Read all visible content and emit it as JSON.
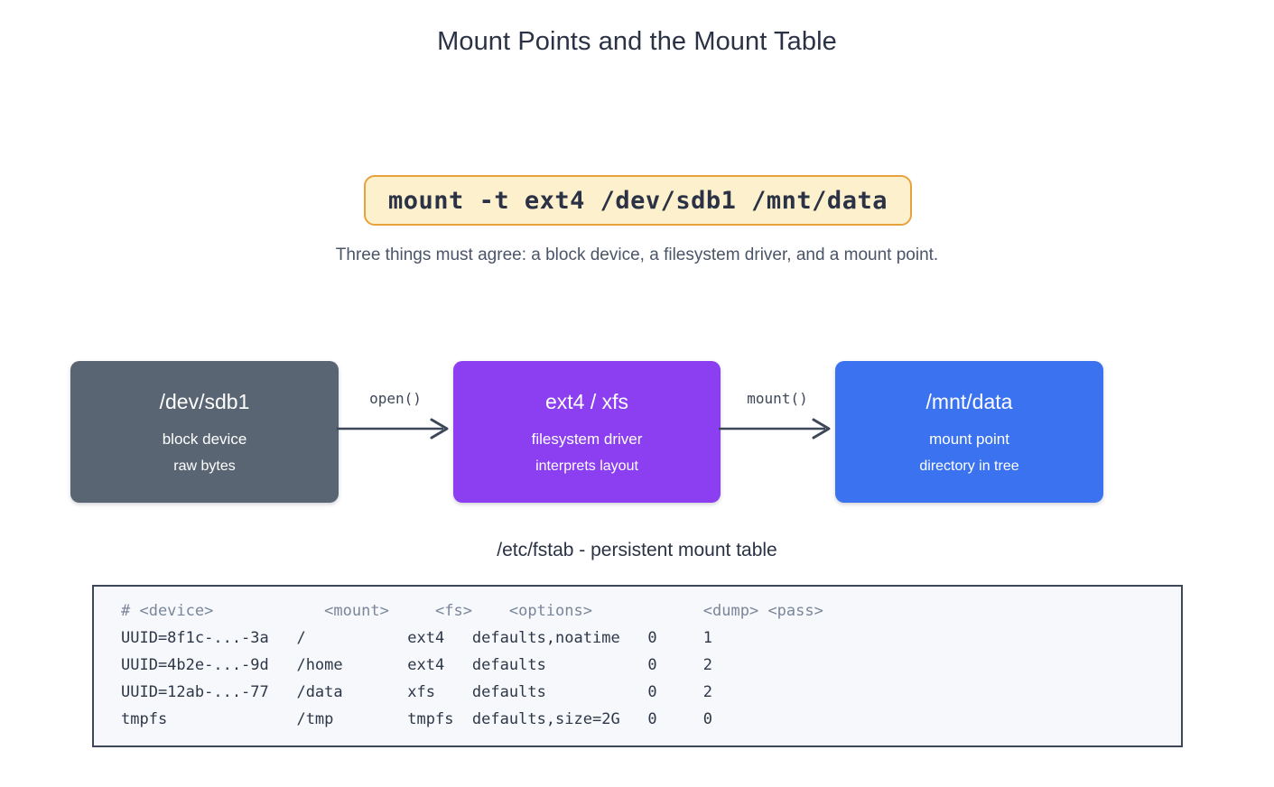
{
  "page": {
    "title": "Mount Points and the Mount Table",
    "background_color": "#ffffff"
  },
  "command": {
    "text": "mount -t ext4 /dev/sdb1 /mnt/data",
    "background_color": "#fdf0cd",
    "border_color": "#e8a23c",
    "text_color": "#2b3245"
  },
  "subtitle": "Three things must agree: a block device, a filesystem driver, and a mount point.",
  "flow": {
    "boxes": [
      {
        "id": "device",
        "title": "/dev/sdb1",
        "line1": "block device",
        "line2": "raw bytes",
        "color": "#5a6573"
      },
      {
        "id": "driver",
        "title": "ext4 / xfs",
        "line1": "filesystem driver",
        "line2": "interprets layout",
        "color": "#8b3ff0"
      },
      {
        "id": "mount",
        "title": "/mnt/data",
        "line1": "mount point",
        "line2": "directory in tree",
        "color": "#3b72ef"
      }
    ],
    "arrows": [
      {
        "id": "open",
        "label": "open()",
        "color": "#3d4758"
      },
      {
        "id": "mount",
        "label": "mount()",
        "color": "#3d4758"
      }
    ]
  },
  "fstab": {
    "caption": "/etc/fstab  -  persistent mount table",
    "border_color": "#3d4758",
    "background_color": "#f6f8fb",
    "header_color": "#7a8699",
    "row_color": "#2d3748",
    "header": "# <device>            <mount>     <fs>    <options>            <dump> <pass>",
    "rows": [
      "UUID=8f1c-...-3a   /           ext4   defaults,noatime   0     1",
      "UUID=4b2e-...-9d   /home       ext4   defaults           0     2",
      "UUID=12ab-...-77   /data       xfs    defaults           0     2",
      "tmpfs              /tmp        tmpfs  defaults,size=2G   0     0"
    ]
  }
}
